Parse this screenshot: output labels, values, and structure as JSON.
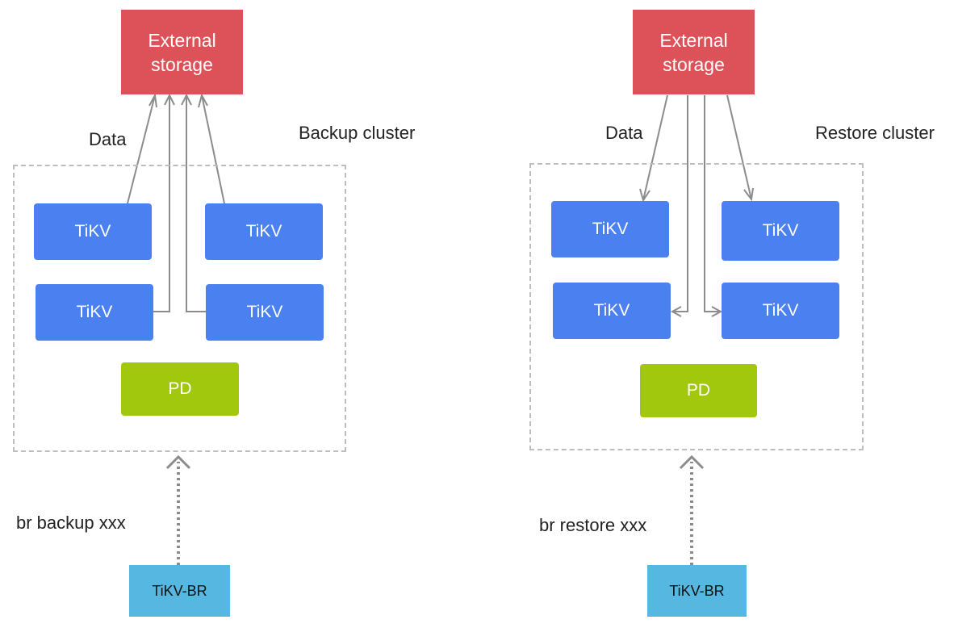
{
  "backup": {
    "external_storage": "External\nstorage",
    "data_label": "Data",
    "cluster_label": "Backup cluster",
    "tikv_labels": [
      "TiKV",
      "TiKV",
      "TiKV",
      "TiKV"
    ],
    "pd_label": "PD",
    "command_label": "br backup xxx",
    "tool_label": "TiKV-BR"
  },
  "restore": {
    "external_storage": "External\nstorage",
    "data_label": "Data",
    "cluster_label": "Restore cluster",
    "tikv_labels": [
      "TiKV",
      "TiKV",
      "TiKV",
      "TiKV"
    ],
    "pd_label": "PD",
    "command_label": "br restore xxx",
    "tool_label": "TiKV-BR"
  },
  "colors": {
    "external_storage": "#dd5158",
    "tikv": "#4a80f0",
    "pd": "#a1c80d",
    "tool": "#56b7e0",
    "arrow": "#8c8c8c"
  }
}
